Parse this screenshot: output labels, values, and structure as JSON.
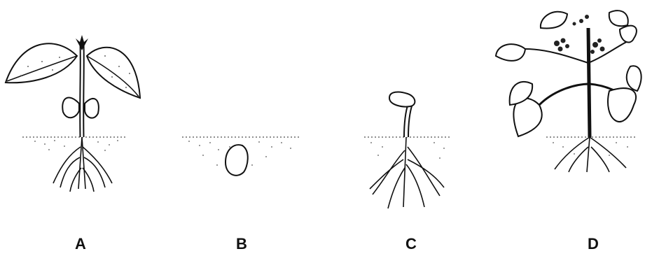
{
  "stages": [
    {
      "id": "A",
      "label": "A"
    },
    {
      "id": "B",
      "label": "B"
    },
    {
      "id": "C",
      "label": "C"
    },
    {
      "id": "D",
      "label": "D"
    }
  ]
}
